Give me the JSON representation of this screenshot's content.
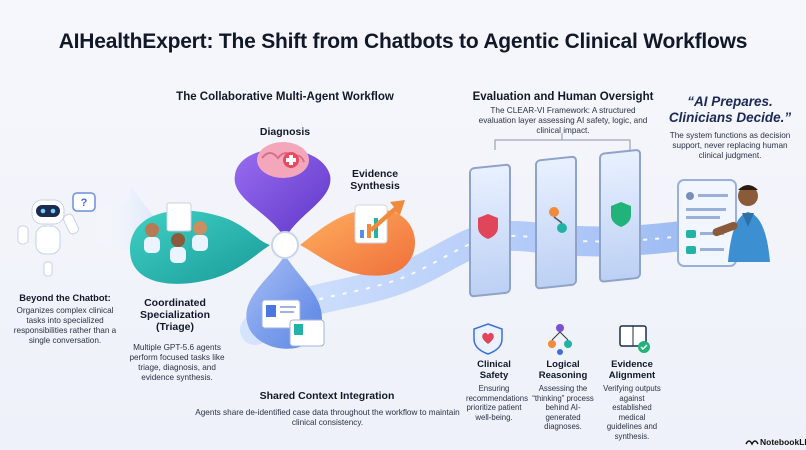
{
  "title": "AIHealthExpert: The Shift from Chatbots to Agentic Clinical Workflows",
  "workflow": {
    "heading": "The Collaborative Multi-Agent Workflow",
    "diagnosis_label": "Diagnosis",
    "evidence_label": "Evidence Synthesis",
    "specialization_label": "Coordinated Specialization (Triage)",
    "specialization_text": "Multiple GPT-5.6 agents perform focused tasks like triage, diagnosis, and evidence synthesis.",
    "shared_heading": "Shared Context Integration",
    "shared_text": "Agents share de-identified case data throughout the workflow to maintain clinical consistency."
  },
  "chatbot": {
    "heading": "Beyond the Chatbot:",
    "text": "Organizes complex clinical tasks into specialized responsibilities rather than a single conversation."
  },
  "evaluation": {
    "heading": "Evaluation and Human Oversight",
    "text": "The CLEAR-VI Framework: A structured evaluation layer assessing AI safety, logic, and clinical impact.",
    "pillars": [
      {
        "title": "Clinical Safety",
        "text": "Ensuring recommendations prioritize patient well-being."
      },
      {
        "title": "Logical Reasoning",
        "text": "Assessing the “thinking” process behind AI-generated diagnoses."
      },
      {
        "title": "Evidence Alignment",
        "text": "Verifying outputs against established medical guidelines and synthesis."
      }
    ]
  },
  "quote": {
    "line1": "“AI Prepares.",
    "line2": "Clinicians Decide.”",
    "text": "The system functions as decision support, never replacing human clinical judgment."
  },
  "footer": {
    "brand": "NotebookLM"
  },
  "colors": {
    "accent_blue": "#3b6fd8",
    "teal": "#22b3a6",
    "orange": "#f08a3c",
    "purple": "#7b4fd6",
    "safety_red": "#e0455a"
  }
}
